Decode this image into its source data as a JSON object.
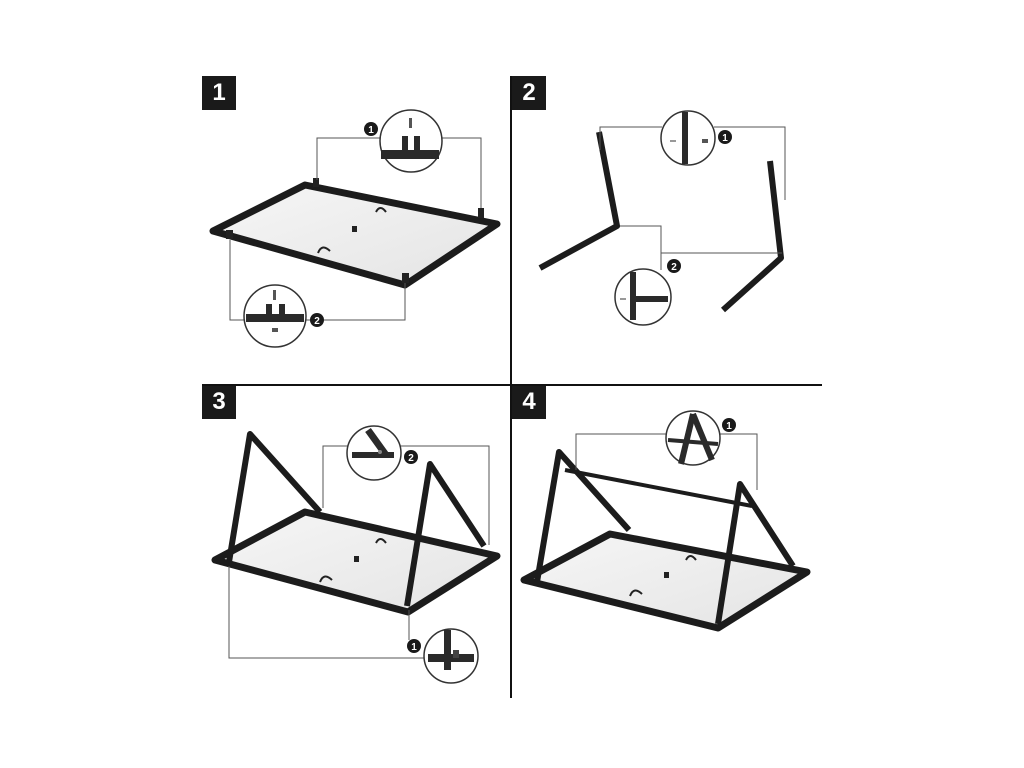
{
  "steps": [
    {
      "label": "1",
      "callouts": [
        "1",
        "2"
      ]
    },
    {
      "label": "2",
      "callouts": [
        "1",
        "2"
      ]
    },
    {
      "label": "3",
      "callouts": [
        "2",
        "1"
      ]
    },
    {
      "label": "4",
      "callouts": [
        "1"
      ]
    }
  ],
  "colors": {
    "frame": "#1c1c1c",
    "panel_fill": "#eeeeee",
    "line": "#555555",
    "badge": "#1a1a1a",
    "divider": "#111111"
  }
}
